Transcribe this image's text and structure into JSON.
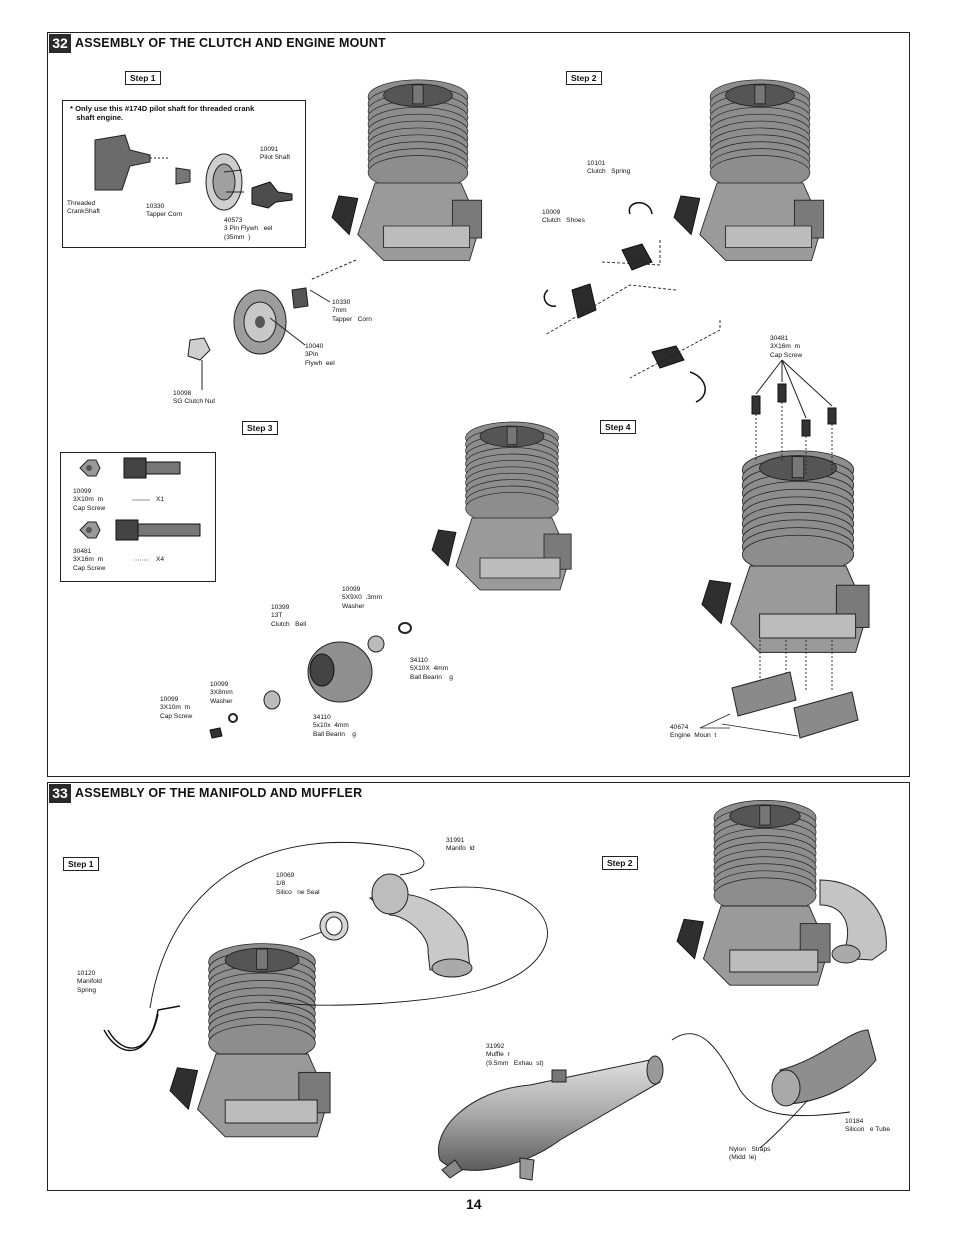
{
  "page_number": "14",
  "section32": {
    "number": "32",
    "title": "ASSEMBLY OF THE CLUTCH AND ENGINE MOUNT",
    "step1": "Step 1",
    "step2": "Step 2",
    "step3": "Step 3",
    "step4": "Step 4",
    "note": "* Only use this #174D pilot shaft for threaded crank\n   shaft engine.",
    "labels": {
      "threaded_crankshaft": "Threaded\nCrankShaft",
      "p10330_small": "10330\nTapper Corn",
      "p10091": "10091\nPilot Shaft",
      "p40573": "40573\n3 Pin Flywh   eel\n(35mm  )",
      "p10330": "10330\n7mm\nTapper   Corn",
      "p10040": "10040\n3Pin\nFlywh  eel",
      "p10098": "10098\nSG Clutch Nut",
      "p10101": "10101\nClutch   Spring",
      "p10009": "10009\nClutch   Shoes",
      "p30481_top": "30481\n3X16m  m\nCap Screw",
      "p10399": "10399\n13T\nClutch   Bell",
      "p10099_washer_large": "10099\n5X9X0  .3mm\nWasher",
      "p34110_a": "34110\n5X10X  4mm\nBall Bearin    g",
      "p10099_washer_small": "10099\n3X8mm\nWasher",
      "p10099_screw": "10099\n3X10m  m\nCap Screw",
      "p34110_b": "34110\n5x10x  4mm\nBall Bearin    g",
      "p40674": "40674\nEngine  Moun  t"
    },
    "hardware": {
      "a_label": "10099\n3X10m  m\nCap Screw",
      "a_qty": "X1",
      "b_label": "30481\n3X16m  m\nCap Screw",
      "b_qty": "X4"
    }
  },
  "section33": {
    "number": "33",
    "title": "ASSEMBLY OF THE MANIFOLD AND MUFFLER",
    "step1": "Step 1",
    "step2": "Step 2",
    "labels": {
      "p31991": "31991\nManifo  ld",
      "p10069": "10069\n1/8\nSilico   ne Seal",
      "p10120": "10120\nManifold\nSpring",
      "p31992": "31992\nMuffle  r\n(9.5mm   Exhau  st)",
      "p10184": "10184\nSilicon   e Tube",
      "nylon": "Nylon   Straps\n(Midd  le)"
    }
  }
}
